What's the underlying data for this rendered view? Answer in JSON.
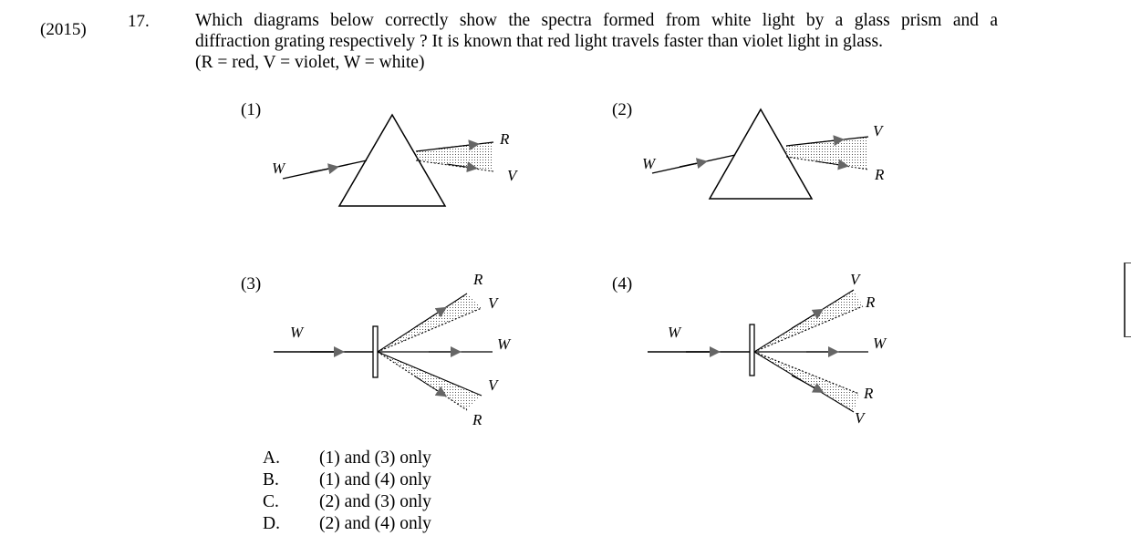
{
  "question": {
    "year": "(2015)",
    "number": "17.",
    "line1": "Which diagrams below correctly show the spectra formed from white light by a glass prism and a",
    "line2": "diffraction grating respectively ?  It is known that red light travels faster than violet light in glass.",
    "line3": "(R = red, V = violet, W = white)"
  },
  "diagrams": {
    "d1": {
      "label": "(1)",
      "in": "W",
      "top": "R",
      "bottom": "V"
    },
    "d2": {
      "label": "(2)",
      "in": "W",
      "top": "V",
      "bottom": "R"
    },
    "d3": {
      "label": "(3)",
      "in": "W",
      "up_outer": "R",
      "up_inner": "V",
      "centre": "W",
      "down_inner": "V",
      "down_outer": "R"
    },
    "d4": {
      "label": "(4)",
      "in": "W",
      "up_outer": "V",
      "up_inner": "R",
      "centre": "W",
      "down_inner": "R",
      "down_outer": "V"
    }
  },
  "options": [
    {
      "letter": "A.",
      "text": "(1) and (3) only"
    },
    {
      "letter": "B.",
      "text": "(1) and (4) only"
    },
    {
      "letter": "C.",
      "text": "(2) and (3) only"
    },
    {
      "letter": "D.",
      "text": "(2) and (4) only"
    }
  ]
}
